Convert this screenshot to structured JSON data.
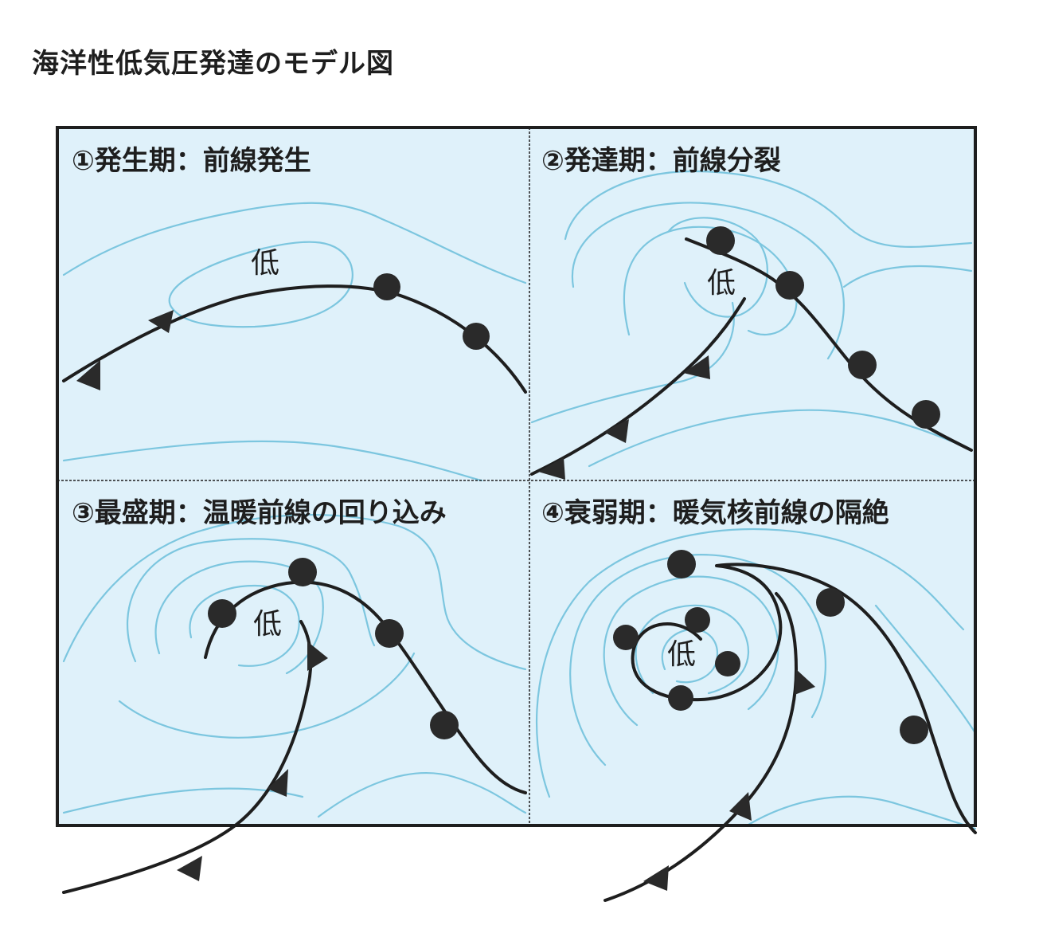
{
  "title": "海洋性低気圧発達のモデル図",
  "colors": {
    "sea": "#dff1fa",
    "isobar": "#7cc6df",
    "front": "#1e1e1e",
    "border": "#1e1e1e"
  },
  "panels": [
    {
      "id": 1,
      "title": "①発生期：前線発生",
      "low_label": "低"
    },
    {
      "id": 2,
      "title": "②発達期：前線分裂",
      "low_label": "低"
    },
    {
      "id": 3,
      "title": "③最盛期：温暖前線の回り込み",
      "low_label": "低"
    },
    {
      "id": 4,
      "title": "④衰弱期：暖気核前線の隔絶",
      "low_label": "低"
    }
  ],
  "legend_symbols": {
    "warm_front": "semicircle-marks",
    "cold_front": "triangle-marks"
  }
}
